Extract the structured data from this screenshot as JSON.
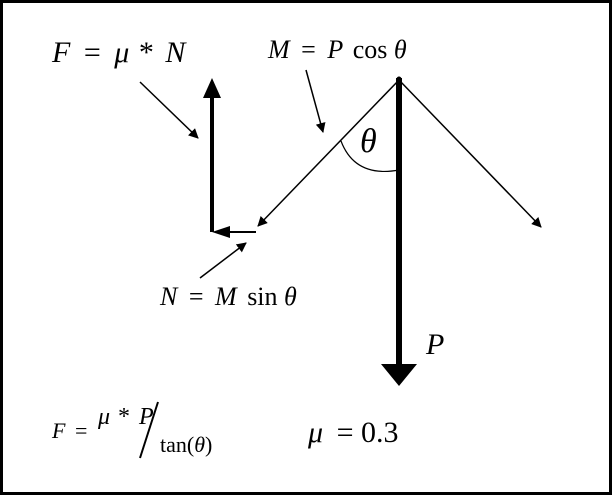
{
  "labels": {
    "friction": {
      "var": "F",
      "eq": "=",
      "mu": "μ",
      "star": "*",
      "normal": "N"
    },
    "moment": {
      "var": "M",
      "eq": "=",
      "p": "P",
      "cos": "cos",
      "theta": "θ"
    },
    "normal_force": {
      "var": "N",
      "eq": "=",
      "m": "M",
      "sin": "sin",
      "theta": "θ"
    },
    "angle": "θ",
    "load": "P",
    "result": {
      "var": "F",
      "eq": "=",
      "mu": "μ",
      "star": "*",
      "p": "P",
      "tan": "tan(",
      "theta": "θ",
      "close": ")"
    },
    "coefficient": {
      "mu": "μ",
      "value": "= 0.3"
    }
  },
  "colors": {
    "ink": "#000000",
    "background": "#ffffff"
  }
}
